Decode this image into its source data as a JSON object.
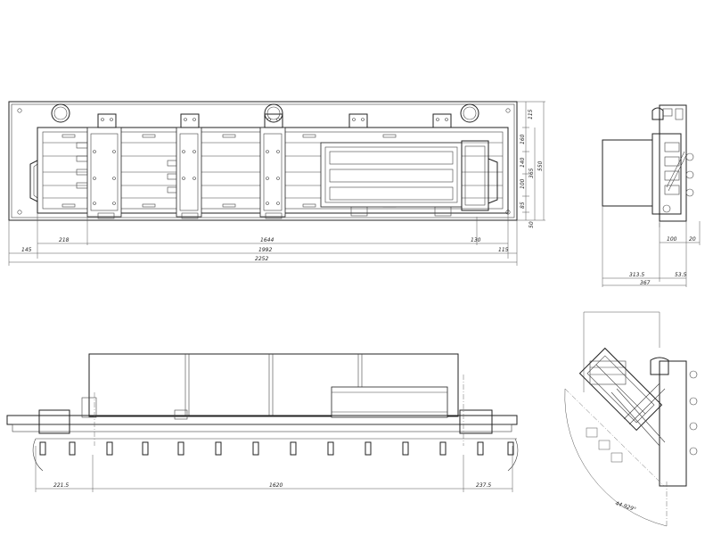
{
  "top_view": {
    "dims": {
      "d218": "218",
      "d130": "130",
      "d1644": "1644",
      "d145": "145",
      "d1992": "1992",
      "d115_bottom": "115",
      "d2252": "2252",
      "d115_top": "115",
      "d160": "160",
      "d140": "140",
      "d100": "100",
      "d85": "85",
      "d50": "50",
      "d365": "365",
      "d550": "550"
    }
  },
  "side_view": {
    "dims": {
      "d100": "100",
      "d20": "20",
      "d313_5": "313.5",
      "d53_5": "53.5",
      "d367": "367"
    }
  },
  "front_view": {
    "dims": {
      "d221_5": "221.5",
      "d1620": "1620",
      "d237_5": "237.5"
    }
  },
  "swing_view": {
    "angle_label": "44.929°"
  }
}
